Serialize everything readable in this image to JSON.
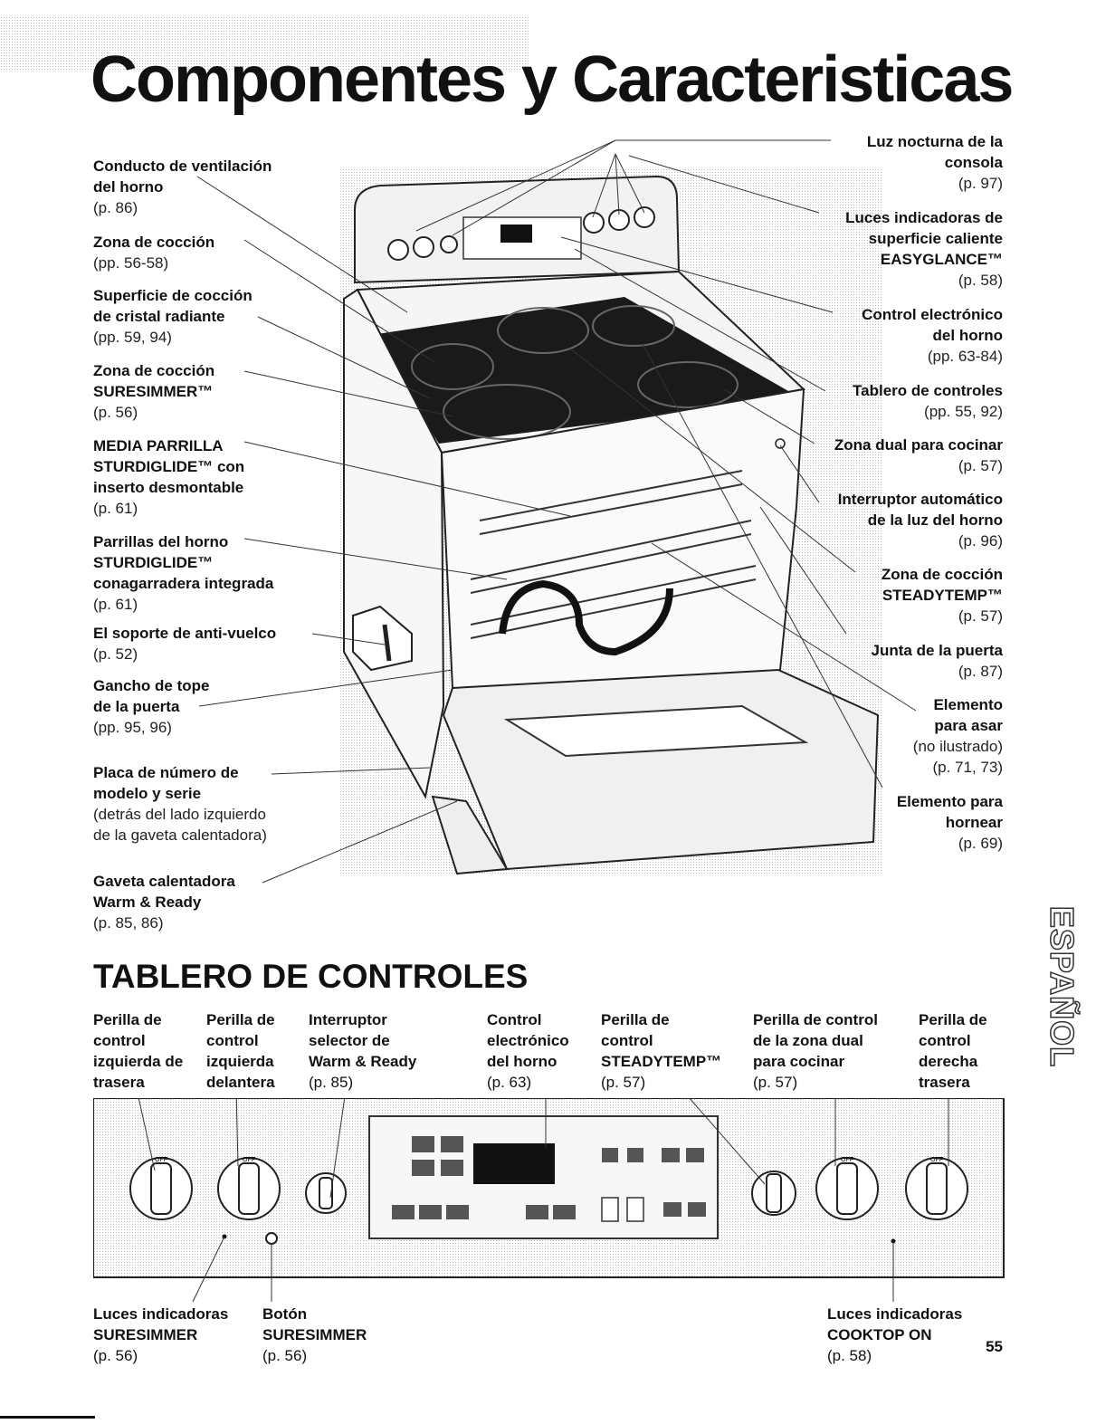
{
  "page": {
    "title": "Componentes y Caracteristicas",
    "side_tab": "ESPAÑOL",
    "page_number": "55"
  },
  "left_labels": [
    {
      "bold": [
        "Conducto de ventilación",
        "del horno"
      ],
      "pages": [
        "(p. 86)"
      ]
    },
    {
      "bold": [
        "Zona de cocción"
      ],
      "pages": [
        "(pp. 56-58)"
      ]
    },
    {
      "bold": [
        "Superficie de cocción",
        "de cristal radiante"
      ],
      "pages": [
        "(pp. 59, 94)"
      ]
    },
    {
      "bold": [
        "Zona de cocción",
        "SURESIMMER™"
      ],
      "pages": [
        "(p. 56)"
      ]
    },
    {
      "bold": [
        "MEDIA PARRILLA",
        "STURDIGLIDE™ con",
        "inserto desmontable"
      ],
      "pages": [
        "(p. 61)"
      ]
    },
    {
      "bold": [
        "Parrillas del horno",
        "STURDIGLIDE™",
        "conagarradera integrada"
      ],
      "pages": [
        "(p. 61)"
      ]
    },
    {
      "bold": [
        "El soporte de anti-vuelco"
      ],
      "pages": [
        "(p. 52)"
      ]
    },
    {
      "bold": [
        "Gancho de tope",
        "de la puerta"
      ],
      "pages": [
        "(pp. 95, 96)"
      ]
    },
    {
      "bold": [
        "Placa de número de",
        "modelo y serie"
      ],
      "pages": [
        "(detrás del lado izquierdo",
        "de la gaveta calentadora)"
      ]
    },
    {
      "bold": [
        "Gaveta calentadora",
        "Warm & Ready"
      ],
      "pages": [
        "(p. 85, 86)"
      ]
    }
  ],
  "right_labels": [
    {
      "bold": [
        "Luz nocturna de la",
        "consola"
      ],
      "pages": [
        "(p. 97)"
      ]
    },
    {
      "bold": [
        "Luces indicadoras de",
        "superficie caliente",
        "EASYGLANCE™"
      ],
      "pages": [
        "(p. 58)"
      ]
    },
    {
      "bold": [
        "Control electrónico",
        "del horno"
      ],
      "pages": [
        "(pp. 63-84)"
      ]
    },
    {
      "bold": [
        "Tablero de controles"
      ],
      "pages": [
        "(pp. 55, 92)"
      ]
    },
    {
      "bold": [
        "Zona dual para cocinar"
      ],
      "pages": [
        "(p. 57)"
      ]
    },
    {
      "bold": [
        "Interruptor automático",
        "de la luz del horno"
      ],
      "pages": [
        "(p. 96)"
      ]
    },
    {
      "bold": [
        "Zona de cocción",
        "STEADYTEMP™"
      ],
      "pages": [
        "(p. 57)"
      ]
    },
    {
      "bold": [
        "Junta de la puerta"
      ],
      "pages": [
        "(p. 87)"
      ]
    },
    {
      "bold": [
        "Elemento",
        "para asar"
      ],
      "pages": [
        "(no ilustrado)",
        "(p. 71, 73)"
      ]
    },
    {
      "bold": [
        "Elemento para",
        "hornear"
      ],
      "pages": [
        "(p. 69)"
      ]
    }
  ],
  "controls": {
    "title": "TABLERO DE CONTROLES",
    "top_labels": [
      {
        "bold": [
          "Perilla de",
          "control",
          "izquierda de",
          "trasera"
        ],
        "pages": []
      },
      {
        "bold": [
          "Perilla de",
          "control",
          "izquierda",
          "delantera"
        ],
        "pages": []
      },
      {
        "bold": [
          "Interruptor",
          "selector de",
          "Warm & Ready"
        ],
        "pages": [
          "(p. 85)"
        ]
      },
      {
        "bold": [
          "Control",
          "electrónico",
          "del horno"
        ],
        "pages": [
          "(p. 63)"
        ]
      },
      {
        "bold": [
          "Perilla de",
          "control",
          "STEADYTEMP™"
        ],
        "pages": [
          "(p. 57)"
        ]
      },
      {
        "bold": [
          "Perilla de control",
          "de la zona dual",
          "para cocinar"
        ],
        "pages": [
          "(p. 57)"
        ]
      },
      {
        "bold": [
          "Perilla de",
          "control",
          "derecha",
          "trasera"
        ],
        "pages": []
      }
    ],
    "bottom_labels": [
      {
        "bold": [
          "Luces indicadoras",
          "SURESIMMER"
        ],
        "pages": [
          "(p. 56)"
        ]
      },
      {
        "bold": [
          "Botón",
          "SURESIMMER"
        ],
        "pages": [
          "(p. 56)"
        ]
      },
      {
        "bold": [
          "Luces indicadoras",
          "COOKTOP ON"
        ],
        "pages": [
          "(p. 58)"
        ]
      }
    ],
    "knob_text": "OFF"
  }
}
